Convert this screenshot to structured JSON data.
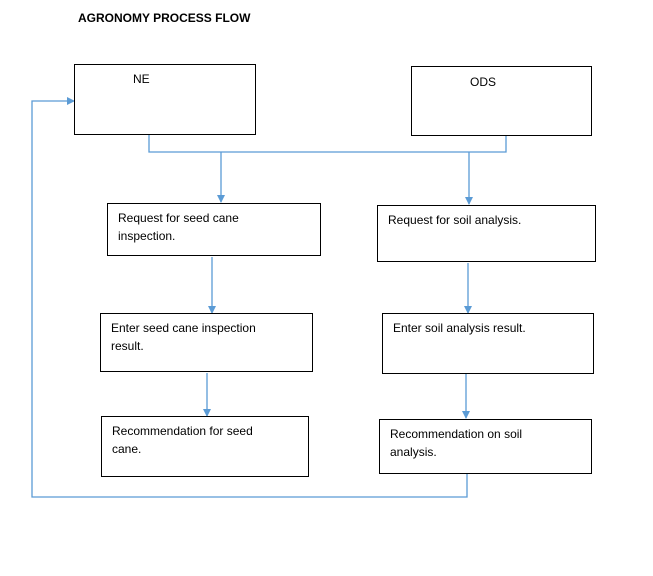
{
  "diagram": {
    "title": "AGRONOMY PROCESS FLOW",
    "nodes": {
      "ne": "NE",
      "ods": "ODS",
      "request_seed_cane_inspection": "Request for seed cane inspection.",
      "request_soil_analysis": "Request for soil analysis.",
      "enter_seed_cane_inspection_result": "Enter seed cane inspection result.",
      "enter_soil_analysis_result": "Enter soil analysis result.",
      "recommendation_seed_cane": "Recommendation for seed cane.",
      "recommendation_soil_analysis": "Recommendation on soil analysis."
    },
    "line_color": "#5b9bd5",
    "border_color": "#000000"
  }
}
